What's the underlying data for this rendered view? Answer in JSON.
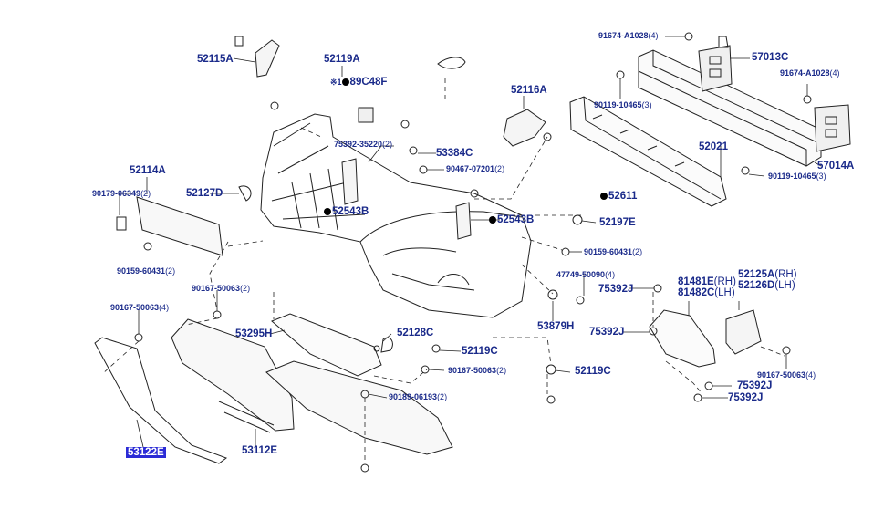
{
  "labels": {
    "l52115A": "52115A",
    "l52119A": "52119A",
    "l89C48F": "89C48F",
    "l89C48F_mark": "※1",
    "l75392_35220": "75392-35220",
    "l75392_35220_q": "(2)",
    "l53384C": "53384C",
    "l90467_07201": "90467-07201",
    "l90467_07201_q": "(2)",
    "l52116A": "52116A",
    "l91674_A1028_a": "91674-A1028",
    "l91674_A1028_a_q": "(4)",
    "l57013C": "57013C",
    "l91674_A1028_b": "91674-A1028",
    "l91674_A1028_b_q": "(4)",
    "l90119_10465_a": "90119-10465",
    "l90119_10465_a_q": "(3)",
    "l52021": "52021",
    "l57014A": "57014A",
    "l90119_10465_b": "90119-10465",
    "l90119_10465_b_q": "(3)",
    "l52611": "52611",
    "l52114A": "52114A",
    "l90179_06349": "90179-06349",
    "l90179_06349_q": "(2)",
    "l52127D": "52127D",
    "l52543B_a": "52543B",
    "l52543B_b": "52543B",
    "l52197E": "52197E",
    "l90159_60431_a": "90159-60431",
    "l90159_60431_a_q": "(2)",
    "l90159_60431_b": "90159-60431",
    "l90159_60431_b_q": "(2)",
    "l47749_50090": "47749-50090",
    "l47749_50090_q": "(4)",
    "l75392J_a": "75392J",
    "l81481E": "81481E",
    "l81481E_q": "(RH)",
    "l81482C": "81482C",
    "l81482C_q": "(LH)",
    "l52125A": "52125A",
    "l52125A_q": "(RH)",
    "l52126D": "52126D",
    "l52126D_q": "(LH)",
    "l90167_50063_a": "90167-50063",
    "l90167_50063_a_q": "(2)",
    "l90167_50063_b": "90167-50063",
    "l90167_50063_b_q": "(4)",
    "l53295H": "53295H",
    "l52128C": "52128C",
    "l52119C_a": "52119C",
    "l52119C_b": "52119C",
    "l53879H": "53879H",
    "l75392J_b": "75392J",
    "l75392J_c": "75392J",
    "l75392J_d": "75392J",
    "l90167_50063_c": "90167-50063",
    "l90167_50063_c_q": "(2)",
    "l90167_50063_d": "90167-50063",
    "l90167_50063_d_q": "(4)",
    "l90189_06193": "90189-06193",
    "l90189_06193_q": "(2)",
    "l53122E": "53122E",
    "l53112E": "53112E"
  },
  "colors": {
    "label_text": "#1a2a8a",
    "line": "#222222",
    "highlight_bg": "#2b2bd6"
  }
}
